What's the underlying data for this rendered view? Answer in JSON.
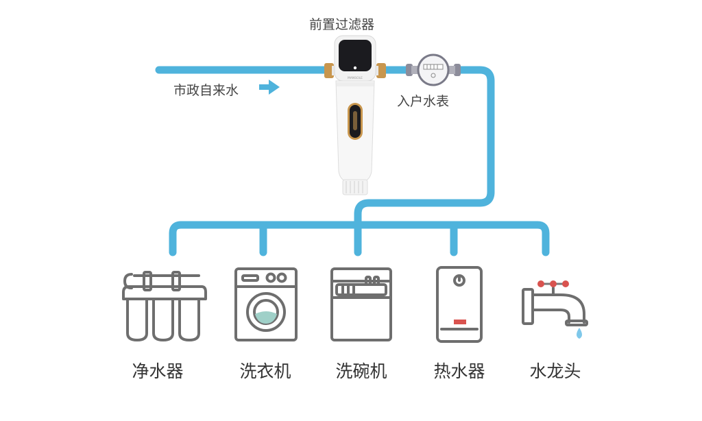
{
  "labels": {
    "prefilter": "前置过滤器",
    "municipal_water": "市政自来水",
    "water_meter": "入户水表"
  },
  "appliances": [
    {
      "id": "purifier",
      "label": "净水器",
      "icon": "water-purifier-icon"
    },
    {
      "id": "washer",
      "label": "洗衣机",
      "icon": "washing-machine-icon"
    },
    {
      "id": "dishwasher",
      "label": "洗碗机",
      "icon": "dishwasher-icon"
    },
    {
      "id": "heater",
      "label": "热水器",
      "icon": "water-heater-icon"
    },
    {
      "id": "faucet",
      "label": "水龙头",
      "icon": "faucet-icon"
    }
  ],
  "colors": {
    "pipe": "#4fb3dc",
    "icon_stroke": "#6e6e6e",
    "accent_gold": "#c8964e",
    "filter_screen": "#1b1b1f",
    "faucet_valve": "#d9534f",
    "water_drop": "#7fc8ea"
  }
}
